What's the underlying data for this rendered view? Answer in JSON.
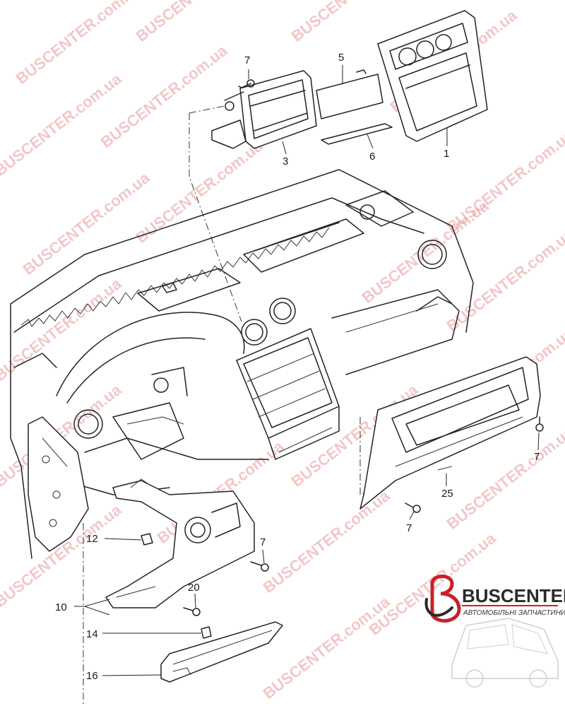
{
  "watermark": {
    "text": "BUSCENTER.com.ua",
    "color": "#e89a9a"
  },
  "callouts": [
    {
      "id": "c7a",
      "label": "7"
    },
    {
      "id": "c5",
      "label": "5"
    },
    {
      "id": "c3",
      "label": "3"
    },
    {
      "id": "c6",
      "label": "6"
    },
    {
      "id": "c1",
      "label": "1"
    },
    {
      "id": "c7b",
      "label": "7"
    },
    {
      "id": "c25",
      "label": "25"
    },
    {
      "id": "c7c",
      "label": "7"
    },
    {
      "id": "c12",
      "label": "12"
    },
    {
      "id": "c7d",
      "label": "7"
    },
    {
      "id": "c20",
      "label": "20"
    },
    {
      "id": "c10",
      "label": "10"
    },
    {
      "id": "c14",
      "label": "14"
    },
    {
      "id": "c16",
      "label": "16"
    }
  ],
  "logo": {
    "name": "BUSCENTER",
    "tagline": "АВТОМОБІЛЬНІ ЗАПЧАСТИНИ",
    "accent_color": "#c8202a",
    "text_color": "#2a2a2a"
  }
}
